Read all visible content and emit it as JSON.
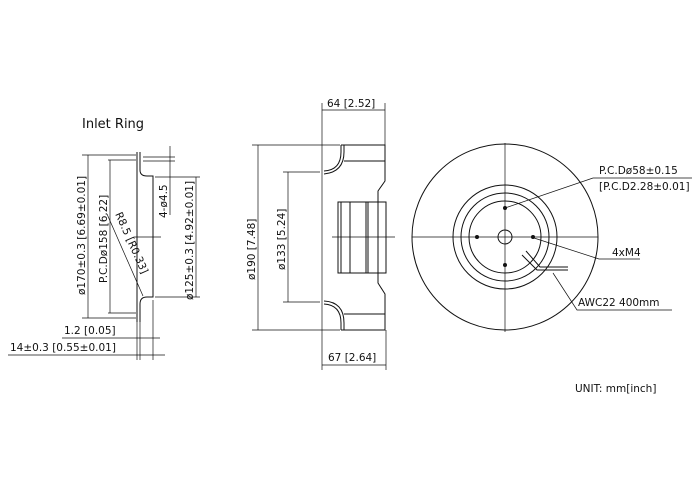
{
  "inlet_ring": {
    "title": "Inlet Ring",
    "outer_dia": "ø170±0.3 [6.69±0.01]",
    "pcd": "P.C.Dø158 [6.22]",
    "radius": "R8.5 [R0.33]",
    "holes": "4-ø4.5",
    "inner_dia": "ø125±0.3 [4.92±0.01]",
    "thickness": "1.2 [0.05]",
    "depth": "14±0.3 [0.55±0.01]"
  },
  "side_view": {
    "width_top": "64 [2.52]",
    "width_bottom": "67 [2.64]",
    "outer_dia": "ø190 [7.48]",
    "inlet_dia": "ø133 [5.24]"
  },
  "rear_view": {
    "pcd_mm": "P.C.Dø58±0.15",
    "pcd_inch": "[P.C.D2.28±0.01]",
    "screws": "4xM4",
    "wire": "AWC22  400mm"
  },
  "unit": "UNIT: mm[inch]"
}
